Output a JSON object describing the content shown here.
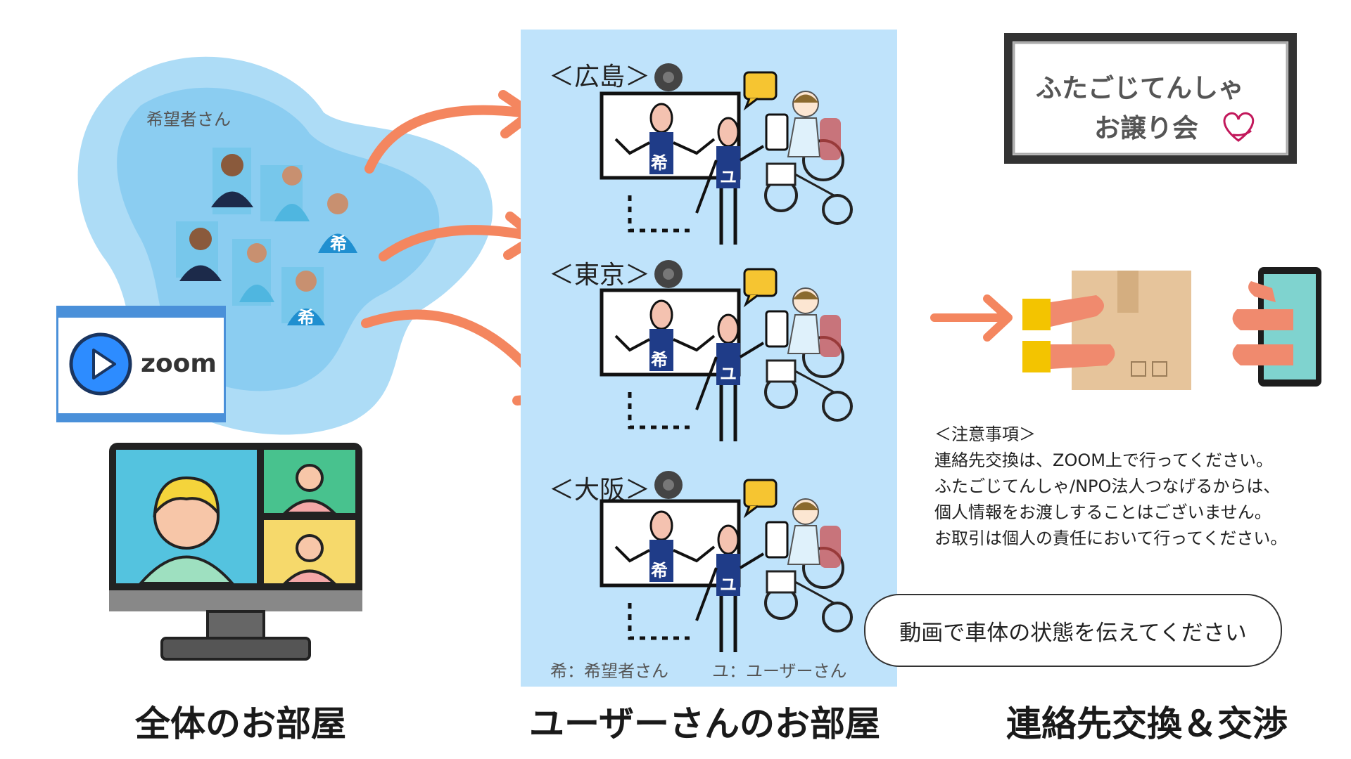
{
  "meeting_room": {
    "blob_label": "希望者さん",
    "zoom_label": "zoom",
    "section_label": "全体のお部屋"
  },
  "user_room": {
    "cities": [
      "＜広島＞",
      "＜東京＞",
      "＜大阪＞"
    ],
    "badge_applicant": "希",
    "badge_user": "ユ",
    "legend_applicant": "希：希望者さん",
    "legend_user": "ユ：ユーザーさん",
    "section_label": "ユーザーさんのお部屋"
  },
  "exchange": {
    "title_line1": "ふたごじてんしゃ",
    "title_line2": "お譲り会",
    "notes": [
      "＜注意事項＞",
      "連絡先交換は、ZOOM上で行ってください。",
      "ふたごじてんしゃ/NPO法人つなげるからは、",
      "個人情報をお渡しすることはございません。",
      "お取引は個人の責任において行ってください。"
    ],
    "bubble_text": "動画で車体の状態を伝えてください",
    "section_label": "連絡先交換＆交渉"
  },
  "colors": {
    "panel_bg": "#bfe3fb",
    "arrow": "#f4865f",
    "blob": "#8fd0f5",
    "badge": "#1f3c88",
    "zoom_blue": "#2d8cff"
  }
}
